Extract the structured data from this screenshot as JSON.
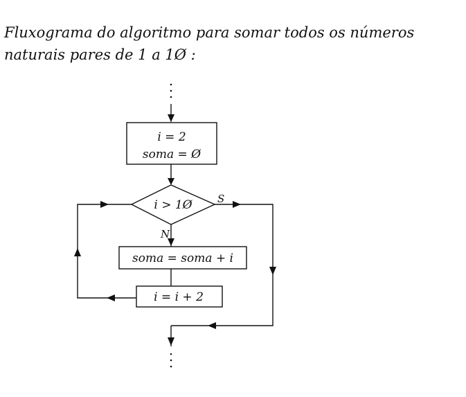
{
  "title": {
    "line1": "Fluxograma do algoritmo para somar todos os números",
    "line2": "naturais pares de 1 a 1Ø :"
  },
  "flow": {
    "init_line1": "i = 2",
    "init_line2": "soma = Ø",
    "decision": "i > 1Ø",
    "yes_label": "S",
    "no_label": "N",
    "accumulate": "soma = soma + i",
    "increment": "i = i + 2"
  }
}
